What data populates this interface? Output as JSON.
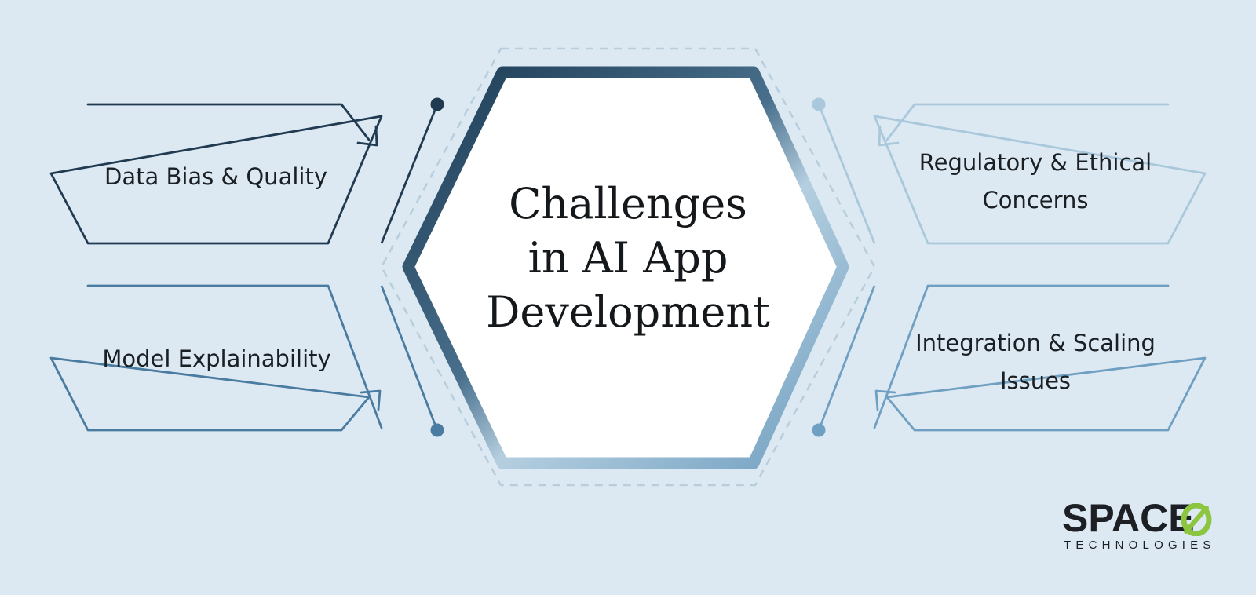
{
  "diagram": {
    "center_title": {
      "line1": "Challenges",
      "line2": "in AI App",
      "line3": "Development"
    },
    "items": [
      {
        "label": "Data Bias & Quality"
      },
      {
        "label": "Model Explainability"
      },
      {
        "label": "Regulatory & Ethical Concerns"
      },
      {
        "label": "Integration & Scaling Issues"
      }
    ]
  },
  "logo": {
    "name": "SPACE",
    "zero_glyph": "Ø",
    "subtitle": "TECHNOLOGIES",
    "accent_color": "#8cc540"
  },
  "colors": {
    "background": "#dde9f2",
    "navy": "#1f3a51",
    "steel_blue": "#4a7ba0",
    "light_blue": "#a9c8db",
    "mid_blue": "#6f9fc1"
  }
}
